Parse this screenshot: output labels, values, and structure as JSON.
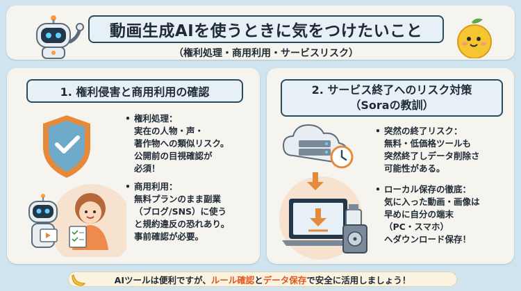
{
  "header": {
    "title": "動画生成AIを使うときに気をつけたいこと",
    "subtitle": "（権利処理・商用利用・サービスリスク）"
  },
  "left_panel": {
    "title": "1. 権利侵害と商用利用の確認",
    "bullets": [
      {
        "heading": "権利処理：",
        "lines": [
          "実在の人物・声・",
          "著作物への類似リスク。",
          "公開前の目視確認が",
          "必須！"
        ]
      },
      {
        "heading": "商用利用：",
        "lines": [
          "無料プランのまま副業",
          "（ブログ/SNS）に使う",
          "と規約違反の恐れあり。",
          "事前確認が必要。"
        ]
      }
    ]
  },
  "right_panel": {
    "title_line1": "2. サービス終了へのリスク対策",
    "title_line2": "（Soraの教訓）",
    "bullets": [
      {
        "heading": "突然の終了リスク：",
        "lines": [
          "無料・低価格ツールも",
          "突然終了しデータ削除さ",
          "可能性がある。"
        ]
      },
      {
        "heading": "ローカル保存の徹底：",
        "lines": [
          "気に入った動画・画像は",
          "早めに自分の端末",
          "（PC・スマホ）",
          "へダウンロード保存！"
        ]
      }
    ]
  },
  "footer": {
    "part1": "AIツールは便利ですが、",
    "highlight1": "ルール確認",
    "part2": "と",
    "highlight2": "データ保存",
    "part3": "で安全に活用しましょう！"
  },
  "colors": {
    "background": "#cfe4ef",
    "card": "#f6f4ee",
    "title_box": "#e6f0f6",
    "border": "#2c4a5e",
    "highlight": "#e2561f"
  },
  "icons": [
    "robot-icon",
    "mango-mascot-icon",
    "shield-check-icon",
    "cloud-server-icon",
    "clock-icon",
    "laptop-download-icon",
    "usb-drive-icon",
    "hard-disk-icon",
    "banana-icon"
  ]
}
